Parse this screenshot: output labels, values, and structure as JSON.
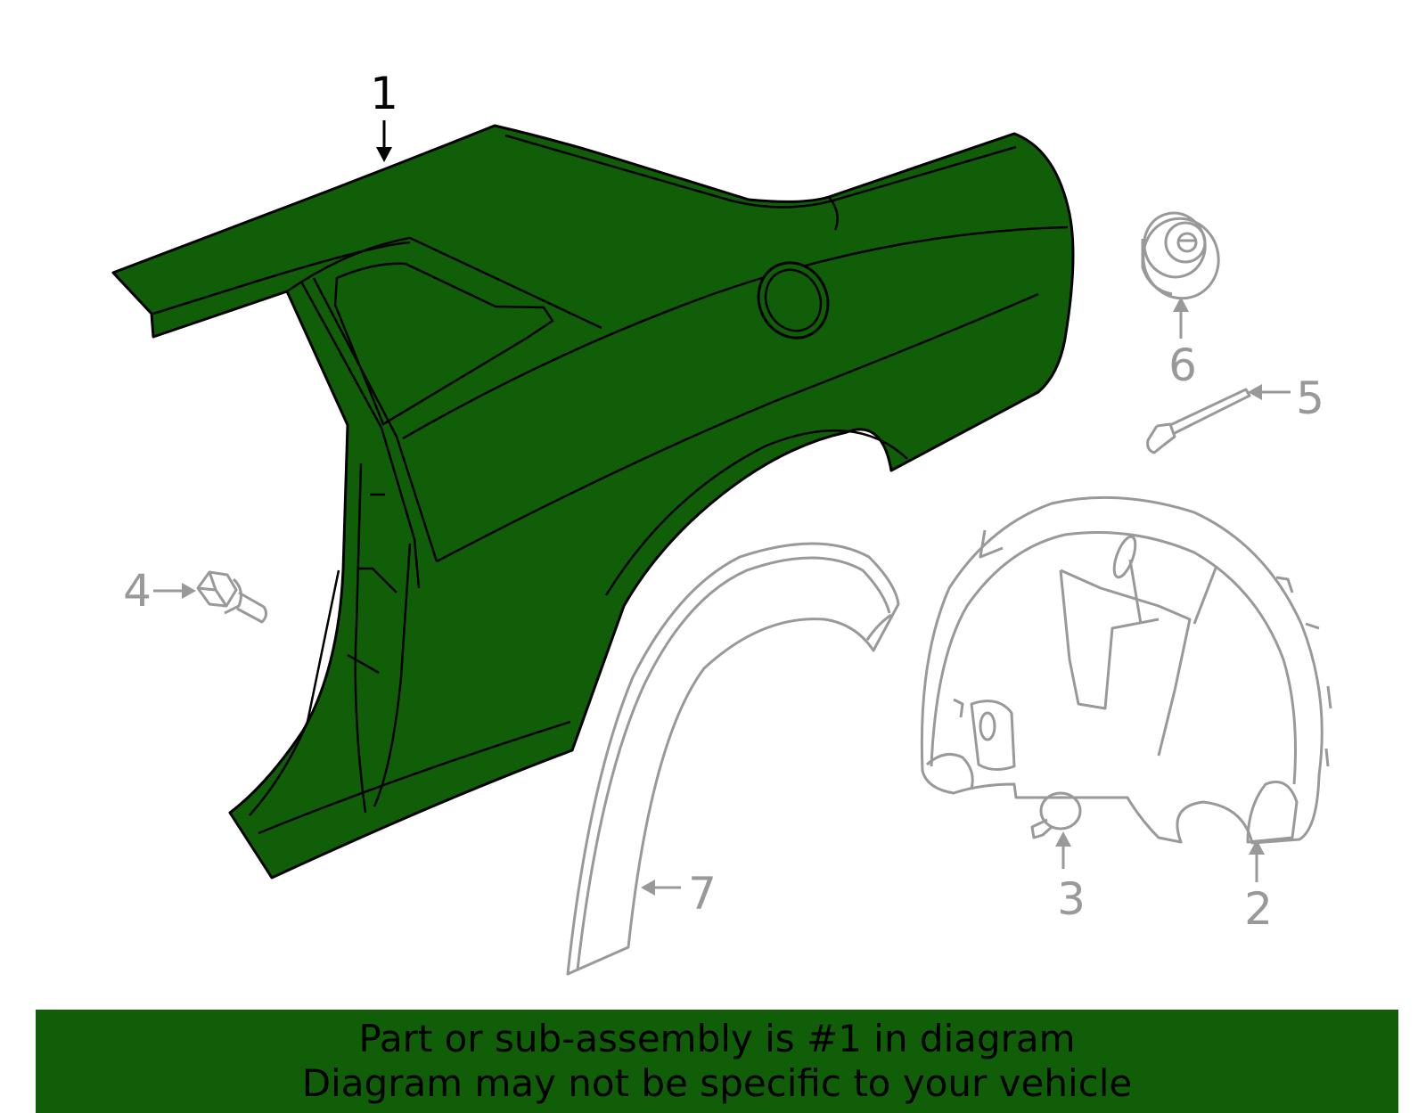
{
  "diagram": {
    "callouts": [
      {
        "id": "1",
        "label": "1",
        "highlighted": true
      },
      {
        "id": "2",
        "label": "2",
        "highlighted": false
      },
      {
        "id": "3",
        "label": "3",
        "highlighted": false
      },
      {
        "id": "4",
        "label": "4",
        "highlighted": false
      },
      {
        "id": "5",
        "label": "5",
        "highlighted": false
      },
      {
        "id": "6",
        "label": "6",
        "highlighted": false
      },
      {
        "id": "7",
        "label": "7",
        "highlighted": false
      }
    ],
    "colors": {
      "highlight_fill": "#115e08",
      "outline": "#000000",
      "secondary_part": "#999999",
      "background": "#ffffff"
    }
  },
  "banner": {
    "line1": "Part or sub-assembly is #1 in diagram",
    "line2": "Diagram may not be specific to your vehicle"
  }
}
